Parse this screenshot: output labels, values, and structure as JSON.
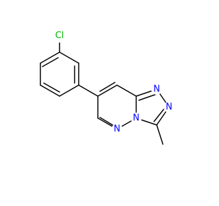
{
  "molecule": {
    "atoms": {
      "chlorine": {
        "text": "Cl",
        "color": "#00b400"
      },
      "n_triazole_top": {
        "text": "N",
        "color": "#0000ff"
      },
      "n_triazole_right": {
        "text": "N",
        "color": "#0000ff"
      },
      "n_bridge": {
        "text": "N",
        "color": "#0000ff"
      },
      "n_pyridazine": {
        "text": "N",
        "color": "#0000ff"
      }
    },
    "bond_color": "#000000",
    "background": "#ffffff"
  }
}
